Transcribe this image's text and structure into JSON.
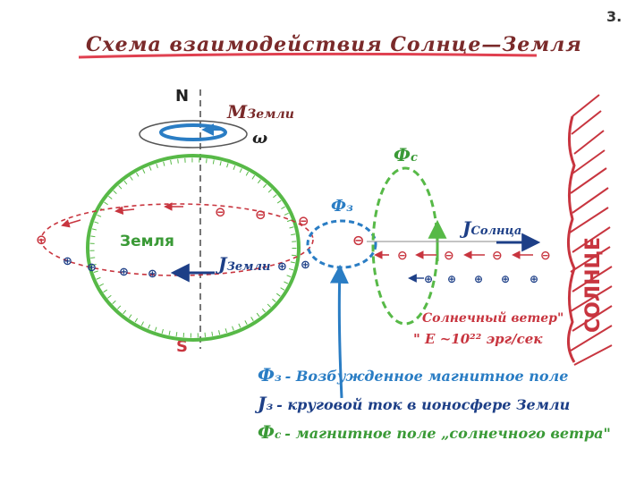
{
  "page_number": "3.",
  "title": "Схема взаимодействия Солнце—Земля",
  "poles": {
    "north": "N",
    "south": "S"
  },
  "earth": {
    "label": "Земля",
    "moment_symbol": "M",
    "moment_subscript": "Земли",
    "omega": "ω"
  },
  "currents": {
    "earth_symbol": "J",
    "earth_subscript": "Земли",
    "sun_symbol": "J",
    "sun_subscript": "Солнца"
  },
  "fields": {
    "phi_c_symbol": "Ф",
    "phi_c_subscript": "с",
    "phi_z_symbol": "Ф",
    "phi_z_subscript": "з"
  },
  "sun": {
    "label": "СОЛНЦЕ"
  },
  "solar_wind": {
    "line1": "Солнечный ветер\"",
    "line2": "\" E ~10²² эрг/сек"
  },
  "charges": {
    "negative": "⊖",
    "positive": "⊕"
  },
  "legend": [
    {
      "symbol": "Ф",
      "sub": "з",
      "text": "- Возбужденное магнитное поле"
    },
    {
      "symbol": "J",
      "sub": "з",
      "text": "- круговой ток в ионосфере Земли"
    },
    {
      "symbol": "Ф",
      "sub": "с",
      "text": "- магнитное поле „солнечного ветра\""
    }
  ],
  "colors": {
    "red": "#c8353f",
    "dark_red": "#9b2d2b",
    "green": "#57b947",
    "blue": "#2a7dc4",
    "navy": "#1d3f87",
    "maroon": "#7a2a2a",
    "underline": "#e04050"
  }
}
